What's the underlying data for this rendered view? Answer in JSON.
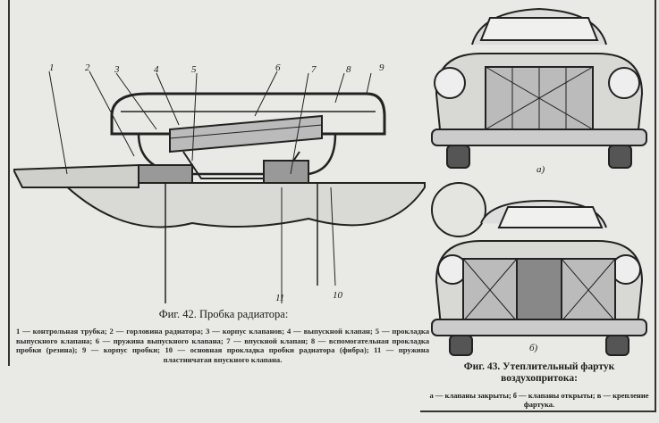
{
  "figure42": {
    "callouts": [
      "1",
      "2",
      "3",
      "4",
      "5",
      "6",
      "7",
      "8",
      "9",
      "10",
      "11"
    ],
    "caption": "Фиг. 42. Пробка радиатора:",
    "legend": "1 — контрольная трубка; 2 — горловина радиатора; 3 — корпус клапанов; 4 — выпускной клапан; 5 — прокладка выпускного клапана; 6 — пружина выпускного клапана; 7 — впускной клапан; 8 — вспомогательная прокладка пробки (резина); 9 — корпус пробки; 10 — основная прокладка пробки радиатора (фибра); 11 — пружина пластинчатая впускного клапана."
  },
  "figure43": {
    "sub_a": "а)",
    "sub_b": "б)",
    "caption": "Фиг. 43. Утеплительный фартук воздухопритока:",
    "legend": "а — клапаны закрыты; б — клапаны открыты; в — крепление фартука."
  }
}
